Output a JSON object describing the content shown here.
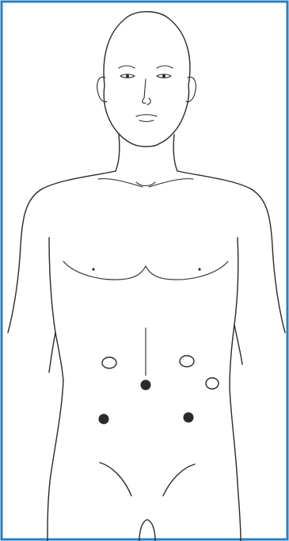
{
  "figure": {
    "border_color": "#2a7fc1",
    "line_color": "#2a2a2a",
    "ports": [
      {
        "kind": "open",
        "name": "port-left-upper"
      },
      {
        "kind": "open",
        "name": "port-right-upper"
      },
      {
        "kind": "open",
        "name": "port-right-lateral"
      },
      {
        "kind": "filled",
        "name": "port-umbilical"
      },
      {
        "kind": "filled",
        "name": "port-left-lower"
      },
      {
        "kind": "filled",
        "name": "port-right-lower"
      }
    ]
  }
}
